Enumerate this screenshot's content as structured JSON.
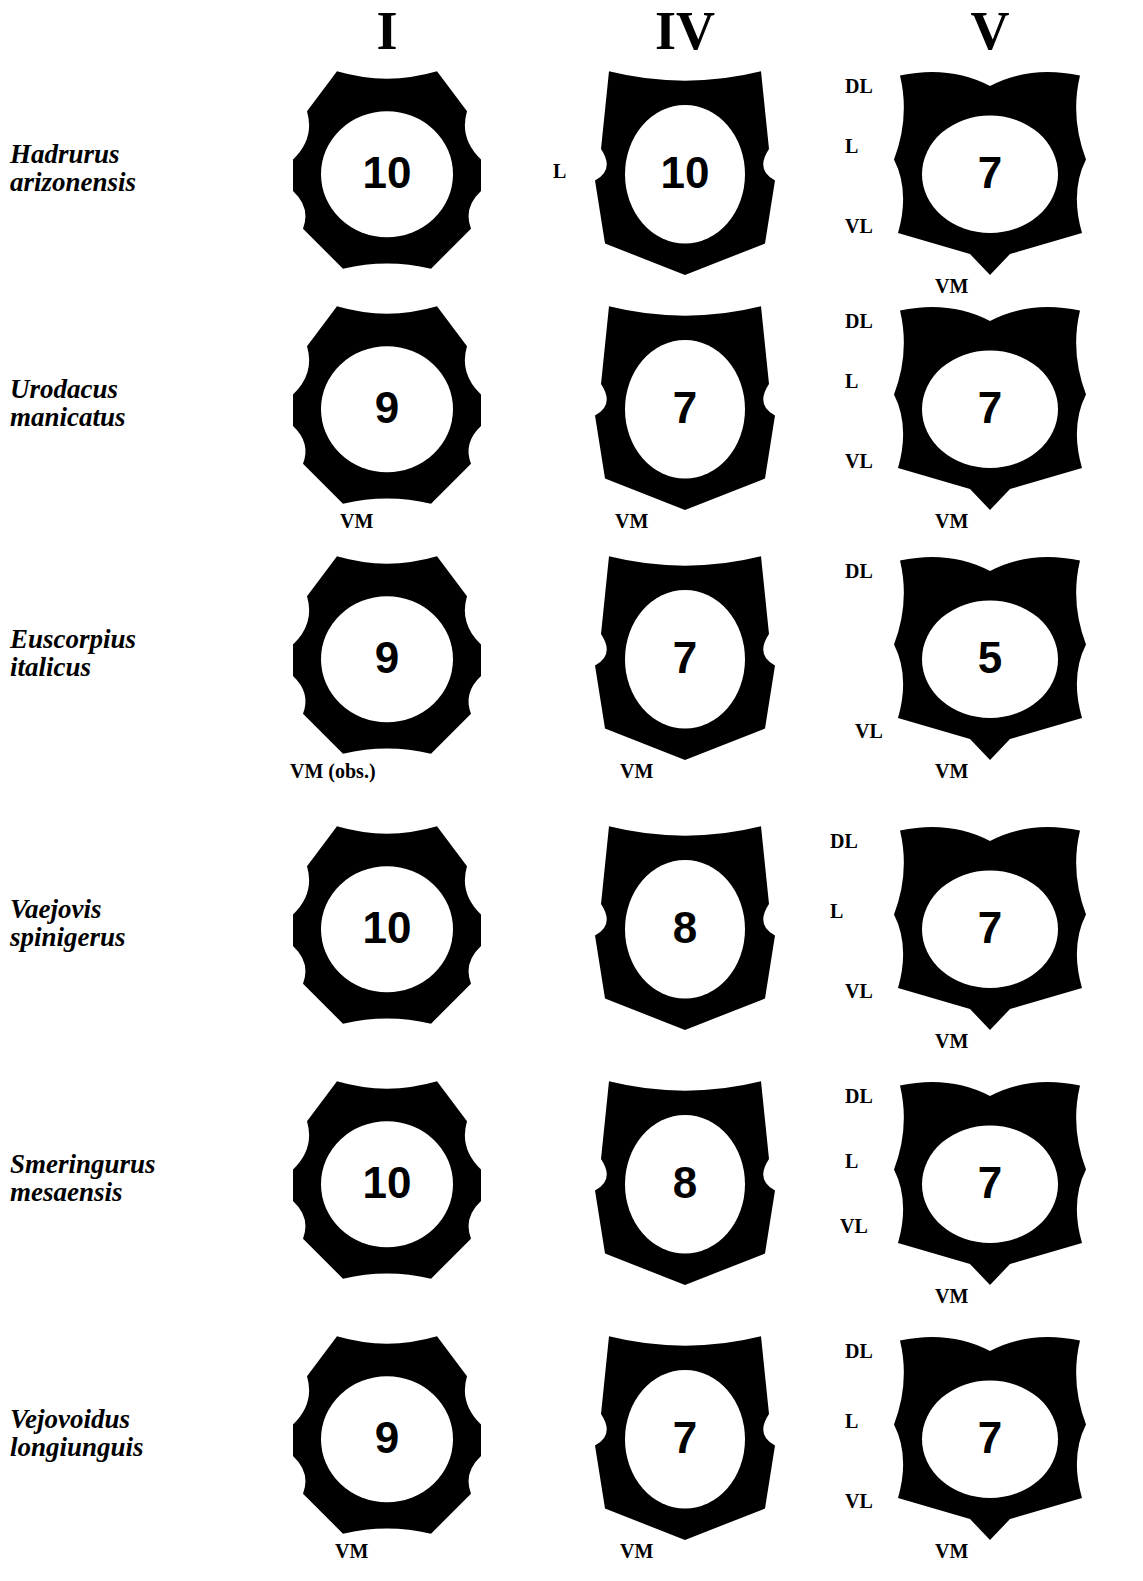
{
  "diagram": {
    "nodes": [
      {
        "text": [
          "10"
        ]
      },
      {
        "text": [
          "10"
        ]
      },
      {
        "text": [
          "7"
        ]
      },
      {
        "text": [
          "9"
        ]
      },
      {
        "text": [
          "7"
        ]
      },
      {
        "text": [
          "7"
        ]
      },
      {
        "text": [
          "9"
        ]
      },
      {
        "text": [
          "7"
        ]
      },
      {
        "text": [
          "5"
        ]
      },
      {
        "text": [
          "10"
        ]
      },
      {
        "text": [
          "8"
        ]
      },
      {
        "text": [
          "7"
        ]
      },
      {
        "text": [
          "10"
        ]
      },
      {
        "text": [
          "8"
        ]
      },
      {
        "text": [
          "7"
        ]
      },
      {
        "text": [
          "9"
        ]
      },
      {
        "text": [
          "7"
        ]
      },
      {
        "text": [
          "7"
        ]
      }
    ],
    "labels": [
      "I",
      "IV",
      "V",
      "Hadrurus arizonensis",
      "L",
      "DL",
      "L",
      "VL",
      "VM",
      "Urodacus manicatus",
      "VM",
      "VM",
      "DL",
      "L",
      "VL",
      "VM",
      "Euscorpius italicus",
      "VM (obs.)",
      "VM",
      "DL",
      "VL",
      "VM",
      "Vaejovis spinigerus",
      "DL",
      "L",
      "VL",
      "VM",
      "Smeringurus mesaensis",
      "DL",
      "L",
      "VL",
      "VM",
      "Vejovoidus longiunguis",
      "VM",
      "VM",
      "DL",
      "L",
      "VL",
      "VM"
    ]
  }
}
